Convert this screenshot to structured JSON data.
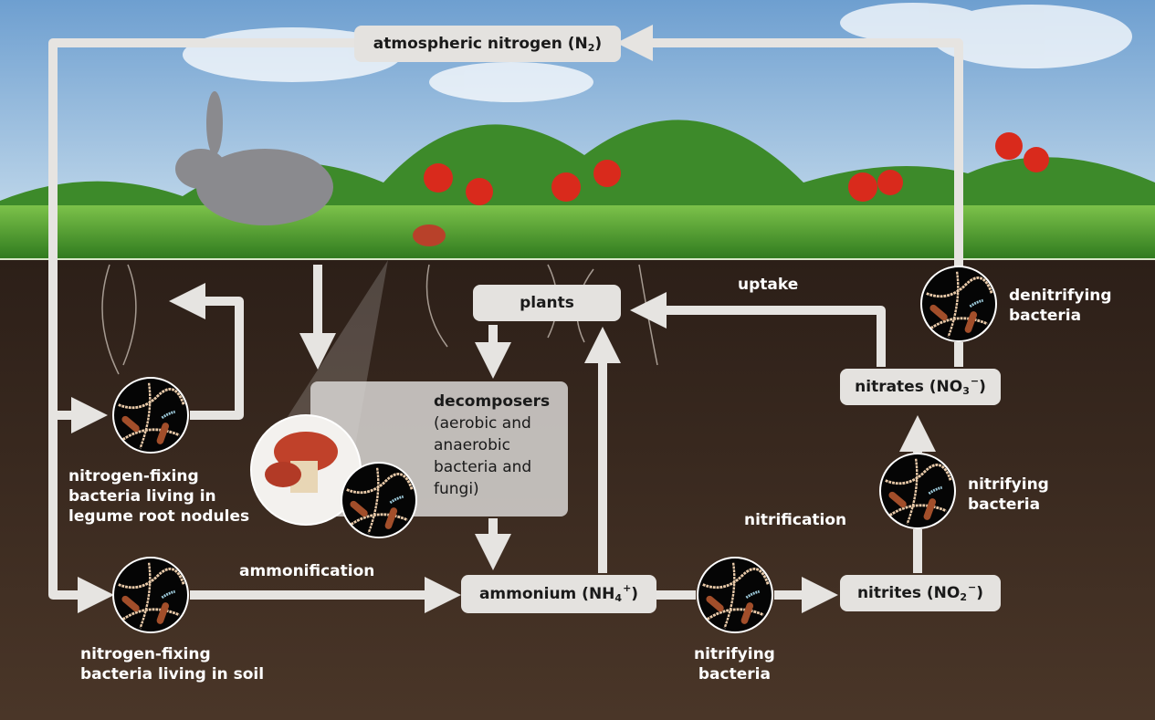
{
  "nodes": {
    "atmospheric": {
      "text": "atmospheric nitrogen (N",
      "sub": "2",
      "close": ")"
    },
    "plants": "plants",
    "decomposers_title": "decomposers",
    "decomposers_desc": [
      "(aerobic and",
      "anaerobic",
      "bacteria and",
      "fungi)"
    ],
    "ammonium": {
      "text": "ammonium (NH",
      "sub": "4",
      "sup": "+",
      "close": ")"
    },
    "nitrites": {
      "text": "nitrites (NO",
      "sub": "2",
      "sup": "−",
      "close": ")"
    },
    "nitrates": {
      "text": "nitrates (NO",
      "sub": "3",
      "sup": "−",
      "close": ")"
    }
  },
  "labels": {
    "nodules": [
      "nitrogen-fixing",
      "bacteria living in",
      "legume root nodules"
    ],
    "soil": [
      "nitrogen-fixing",
      "bacteria living in soil"
    ],
    "nitrifying_bottom": [
      "nitrifying",
      "bacteria"
    ],
    "nitrifying_right": [
      "nitrifying",
      "bacteria"
    ],
    "denitrifying": [
      "denitrifying",
      "bacteria"
    ],
    "uptake": "uptake",
    "nitrification": "nitrification",
    "ammonification": "ammonification"
  },
  "colors": {
    "sky": "#8fb8dc",
    "grass": "#4c9a2a",
    "soil": "#3a2a20",
    "arrow": "#e6e4e1",
    "box": "#e4e2df"
  }
}
